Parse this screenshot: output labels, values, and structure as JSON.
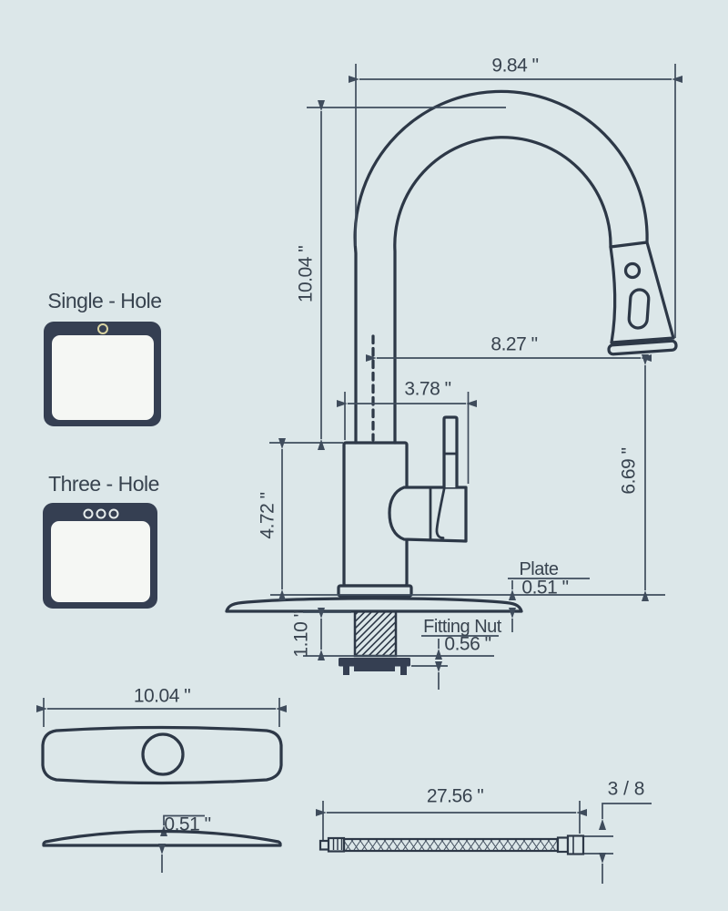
{
  "colors": {
    "bg": "#dce7e9",
    "ink": "#2d3847",
    "dim": "#3f4c5c",
    "text": "#38434f",
    "icon": "#353f52",
    "panel": "#f5f7f4",
    "ring_single": "#d9d4a2",
    "ring_three": "#e7edec"
  },
  "faucet": {
    "spout_reach": "9.84 \"",
    "spout_height": "10.04 \"",
    "head_reach": "8.27 \"",
    "body_width": "3.78 \"",
    "body_height": "4.72 \"",
    "head_clearance": "6.69 \"",
    "plate": {
      "label": "Plate",
      "value": "0.51 \""
    },
    "deck": {
      "value": "1.10 \""
    },
    "fitting_nut": {
      "label": "Fitting Nut",
      "value": "0.56 \""
    }
  },
  "mount_options": [
    {
      "label": "Single - Hole",
      "holes": 1
    },
    {
      "label": "Three - Hole",
      "holes": 3
    }
  ],
  "deck_plate": {
    "width": "10.04 \"",
    "thickness": "0.51 \""
  },
  "supply_hose": {
    "length": "27.56 \"",
    "thread_size": "3 / 8"
  }
}
